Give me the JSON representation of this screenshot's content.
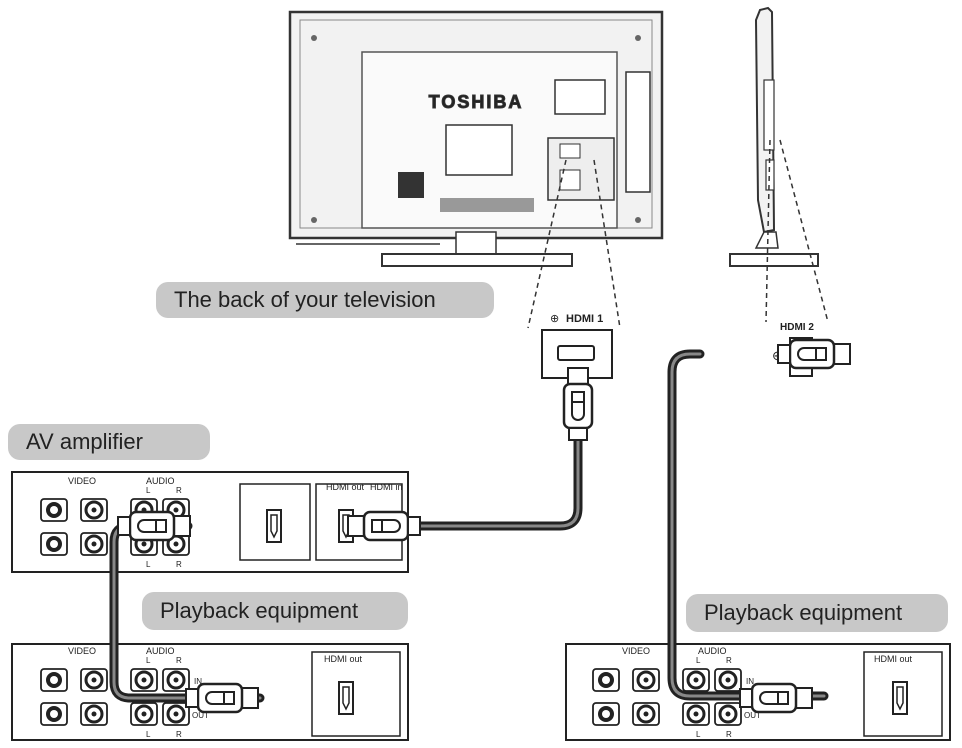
{
  "labels": {
    "tv_back": "The back of your television",
    "av_amplifier": "AV amplifier",
    "playback_left": "Playback equipment",
    "playback_right": "Playback equipment"
  },
  "tv": {
    "brand": "TOSHIBA",
    "hdmi1": "HDMI 1",
    "hdmi2": "HDMI 2"
  },
  "amplifier": {
    "video": "VIDEO",
    "audio": "AUDIO",
    "audio_l": "L",
    "audio_r": "R",
    "hdmi_out": "HDMI out",
    "hdmi_in": "HDMI in"
  },
  "playback_left": {
    "video": "VIDEO",
    "audio": "AUDIO",
    "audio_l": "L",
    "audio_r": "R",
    "in": "IN",
    "out": "OUT",
    "hdmi_out": "HDMI out"
  },
  "playback_right": {
    "video": "VIDEO",
    "audio": "AUDIO",
    "audio_l": "L",
    "audio_r": "R",
    "in": "IN",
    "out": "OUT",
    "hdmi_out": "HDMI out"
  }
}
